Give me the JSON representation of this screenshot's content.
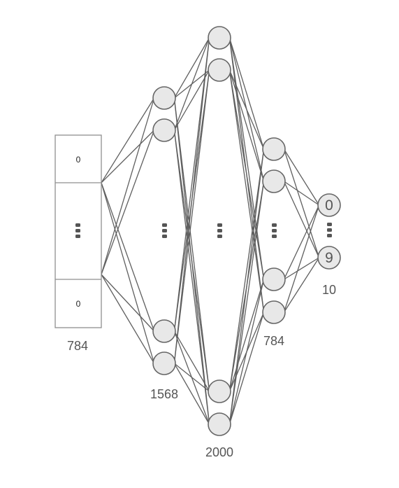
{
  "input": {
    "cell_top": "0",
    "cell_bottom": "0",
    "size_label": "784"
  },
  "layers": [
    {
      "size_label": "1568"
    },
    {
      "size_label": "2000"
    },
    {
      "size_label": "784"
    }
  ],
  "output": {
    "first_label": "0",
    "last_label": "9",
    "size_label": "10"
  },
  "colors": {
    "node_fill": "#e8e8e8",
    "node_stroke": "#666666",
    "edge": "#5f5f5f",
    "label": "#555555"
  }
}
